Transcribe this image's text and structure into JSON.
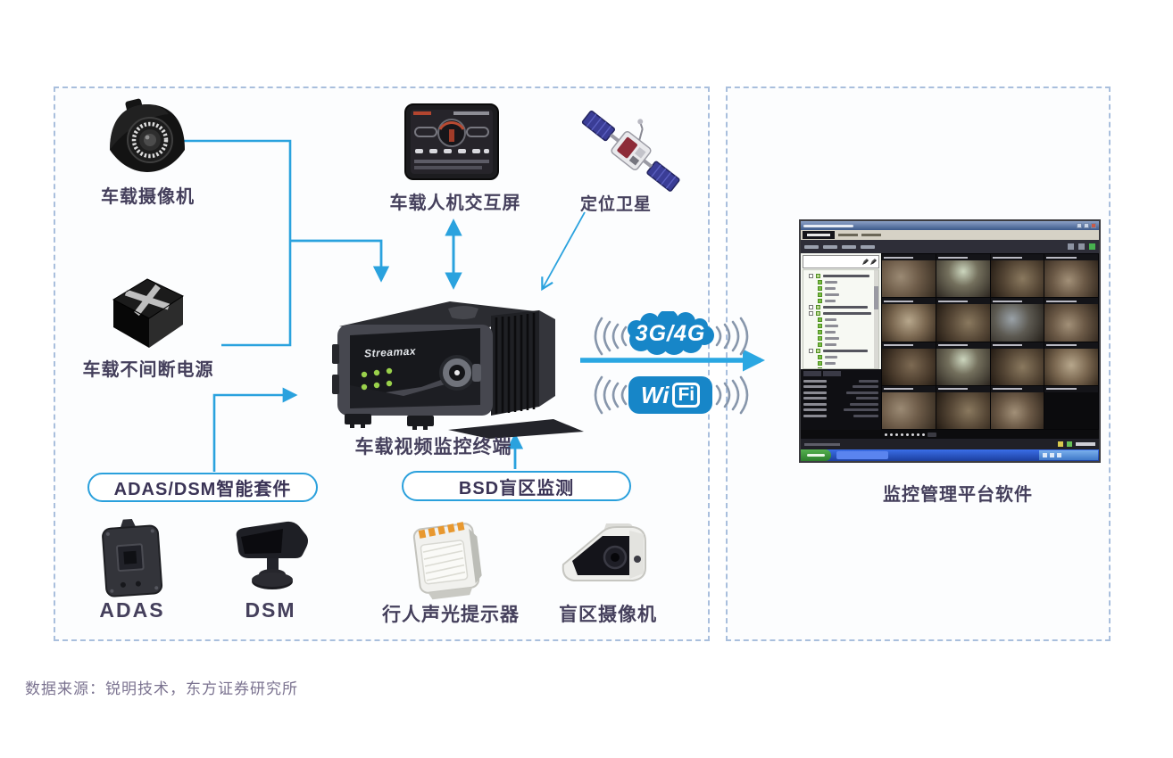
{
  "diagram": {
    "source_note": "数据来源：锐明技术，东方证券研究所",
    "vehicle_side": {
      "camera_label": "车载摄像机",
      "ups_label": "车载不间断电源",
      "hmi_label": "车载人机交互屏",
      "satellite_label": "定位卫星",
      "mdvr_label": "车载视频监控终端",
      "mdvr_brand": "Streamax",
      "adas_dsm_kit_label": "ADAS/DSM智能套件",
      "bsd_kit_label": "BSD盲区监测",
      "adas_label": "ADAS",
      "dsm_label": "DSM",
      "pedestrian_alarm_label": "行人声光提示器",
      "bsd_camera_label": "盲区摄像机"
    },
    "links": {
      "cellular_label": "3G/4G",
      "wifi_label_part1": "Wi",
      "wifi_label_part2": "Fi"
    },
    "platform": {
      "label": "监控管理平台软件",
      "grid_rows": 4,
      "grid_cols": 4
    },
    "colors": {
      "accent_blue": "#29a8e0",
      "badge_blue": "#1786c8",
      "label_dark": "#45405c",
      "wave_gray": "#8796ab",
      "dashed_border": "#a9bfdd"
    }
  }
}
